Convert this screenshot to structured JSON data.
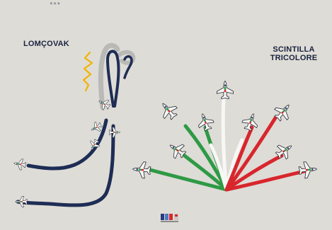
{
  "header": {
    "partial_text": "..."
  },
  "maneuvers": {
    "left_label": "LOMÇOVAK",
    "right_label_line1": "SCINTILLA",
    "right_label_line2": "TRICOLORE"
  },
  "colors": {
    "background": "#dedcd6",
    "navy": "#1e2d55",
    "green": "#2e9a45",
    "white": "#f7f7f5",
    "red": "#d8262d",
    "yellow": "#f1b400",
    "grey_smoke": "#b9b9b6"
  },
  "icons": [
    "aircraft-icon",
    "logo-icon"
  ]
}
